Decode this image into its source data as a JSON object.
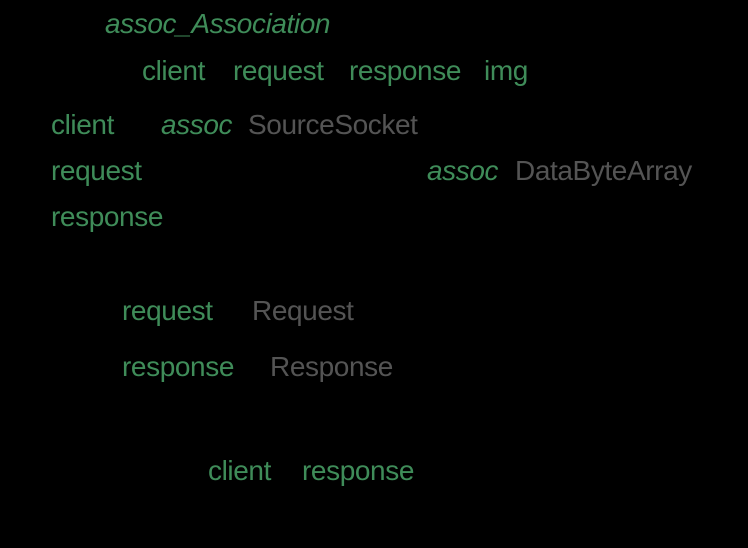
{
  "app": "wolfram-notebook-code-cell",
  "colors": {
    "background": "#000000",
    "local_variable_green": "#3F8C59",
    "pattern_variable_green": "#3F8C59",
    "string_gray": "#545454"
  },
  "code": {
    "language": "wolfram",
    "lines": [
      {
        "tokens": [
          {
            "text": "assoc_Association",
            "kind": "pattern"
          }
        ]
      },
      {
        "tokens": [
          {
            "text": "client",
            "kind": "local"
          },
          {
            "text": "request",
            "kind": "local"
          },
          {
            "text": "response",
            "kind": "local"
          },
          {
            "text": "img",
            "kind": "local"
          }
        ]
      },
      {
        "tokens": [
          {
            "text": "client",
            "kind": "local"
          },
          {
            "text": "assoc",
            "kind": "pattern"
          },
          {
            "text": "SourceSocket",
            "kind": "string"
          }
        ]
      },
      {
        "tokens": [
          {
            "text": "request",
            "kind": "local"
          },
          {
            "text": "assoc",
            "kind": "pattern"
          },
          {
            "text": "DataByteArray",
            "kind": "string"
          }
        ]
      },
      {
        "tokens": [
          {
            "text": "response",
            "kind": "local"
          }
        ]
      },
      {
        "tokens": [
          {
            "text": "request",
            "kind": "local"
          },
          {
            "text": "Request",
            "kind": "string"
          }
        ]
      },
      {
        "tokens": [
          {
            "text": "response",
            "kind": "local"
          },
          {
            "text": "Response",
            "kind": "string"
          }
        ]
      },
      {
        "tokens": [
          {
            "text": "client",
            "kind": "local"
          },
          {
            "text": "response",
            "kind": "local"
          }
        ]
      }
    ]
  }
}
